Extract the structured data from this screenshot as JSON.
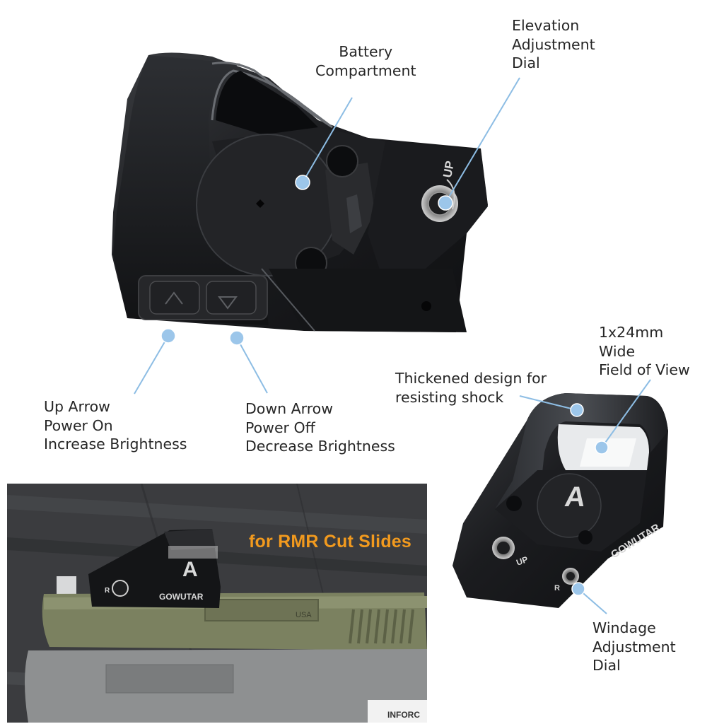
{
  "callouts": {
    "battery": [
      "Battery",
      "Compartment"
    ],
    "elevation": [
      "Elevation",
      "Adjustment",
      "Dial"
    ],
    "up_arrow": [
      "Up Arrow",
      "Power On",
      "Increase Brightness"
    ],
    "down_arrow": [
      "Down Arrow",
      "Power Off",
      "Decrease Brightness"
    ],
    "thickened": [
      "Thickened design for",
      "resisting shock"
    ],
    "field_of_view": [
      "1x24mm",
      "Wide",
      "Field of View"
    ],
    "windage": [
      "Windage",
      "Adjustment",
      "Dial"
    ]
  },
  "product": {
    "brand": "GOWUTAR",
    "logo_letter": "A",
    "up_marking": "UP",
    "r_marking": "R",
    "usa_marking": "USA",
    "inforce_marking": "INFORC"
  },
  "banner": {
    "text": "for RMR Cut Slides"
  },
  "colors": {
    "callout_line": "#8dbde4",
    "callout_dot": "#9cc6ea",
    "banner_text": "#f29a1e",
    "sight_body": "#17181a",
    "slide_green": "#7b8160",
    "frame_gray": "#8e9091"
  }
}
